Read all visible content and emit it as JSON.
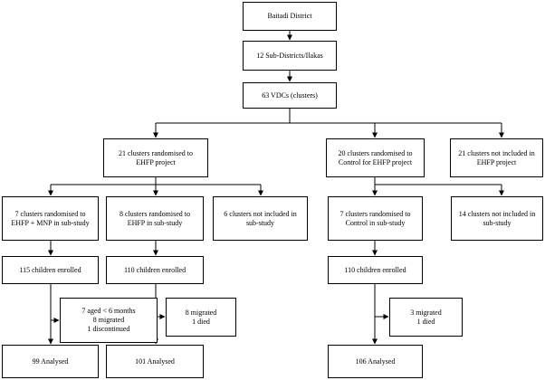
{
  "flowchart": {
    "district": "Baitadi District",
    "subdistricts": "12 Sub-Districts/Ilakas",
    "vdcs": "63 VDCs (clusters)",
    "ehfp_randomised": "21 clusters randomised to\nEHFP project",
    "control_randomised": "20 clusters randomised to\nControl for EHFP project",
    "not_included_ehfp": "21 clusters not included in\nEHFP project",
    "ehfp_mnp_substudy": "7 clusters randomised to\nEHFP + MNP in sub-study",
    "ehfp_substudy": "8 clusters randomised to\nEHFP in sub-study",
    "not_included_substudy_6": "6 clusters not included in\nsub-study",
    "control_substudy": "7 clusters randomised to\nControl in sub-study",
    "not_included_substudy_14": "14 clusters not included in\nsub-study",
    "enrolled_115": "115 children enrolled",
    "enrolled_110_ehfp": "110 children enrolled",
    "enrolled_110_control": "110 children enrolled",
    "exclusions_mnp": "7 aged < 6 months\n8 migrated\n1 discontinued",
    "exclusions_ehfp": "8 migrated\n1 died",
    "exclusions_control": "3 migrated\n1 died",
    "analysed_99": "99 Analysed",
    "analysed_101": "101  Analysed",
    "analysed_106": "106  Analysed"
  }
}
